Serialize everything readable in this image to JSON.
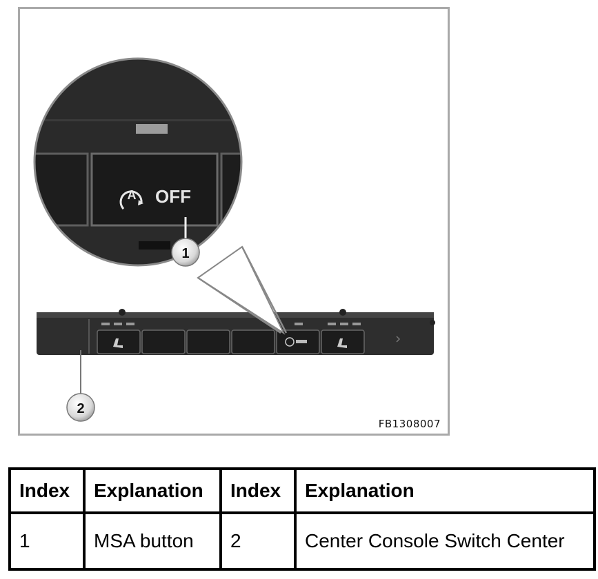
{
  "figure": {
    "image_code": "FB1308007",
    "callouts": [
      "1",
      "2"
    ],
    "button_text": "OFF",
    "button_letter": "A",
    "colors": {
      "panel": "#2b2b2b",
      "button": "#1e1e1e",
      "frame": "#a9a9a9"
    }
  },
  "table": {
    "headers": [
      "Index",
      "Explanation",
      "Index",
      "Explanation"
    ],
    "rows": [
      [
        "1",
        "MSA button",
        "2",
        "Center Console Switch Center"
      ]
    ]
  }
}
